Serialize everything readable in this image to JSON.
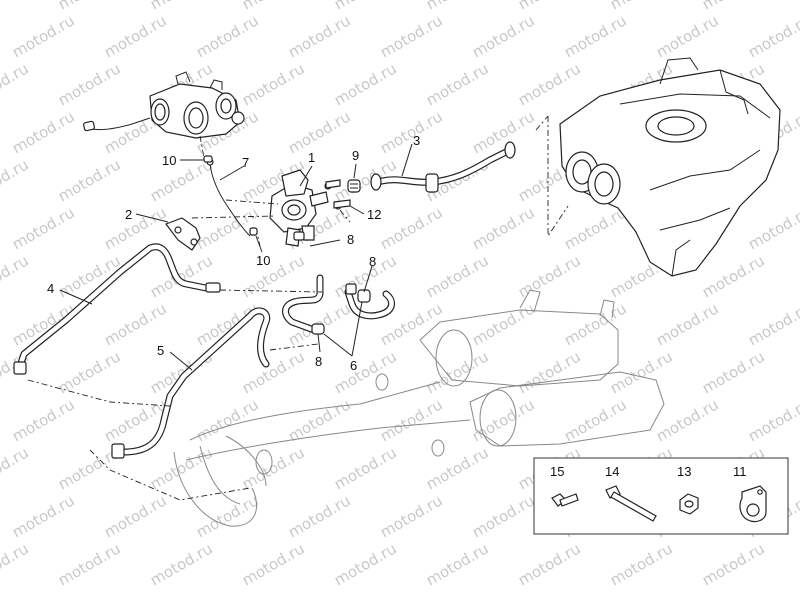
{
  "watermark": "motod.ru",
  "callouts": {
    "c1": "1",
    "c2": "2",
    "c3": "3",
    "c4": "4",
    "c5": "5",
    "c6": "6",
    "c7": "7",
    "c8a": "8",
    "c8b": "8",
    "c8c": "8",
    "c9": "9",
    "c10a": "10",
    "c10b": "10",
    "c12": "12"
  },
  "legend": {
    "items": [
      {
        "number": "15",
        "part": "bolt-icon"
      },
      {
        "number": "14",
        "part": "long-screw-icon"
      },
      {
        "number": "13",
        "part": "nut-icon"
      },
      {
        "number": "11",
        "part": "hose-clamp-icon"
      }
    ]
  }
}
